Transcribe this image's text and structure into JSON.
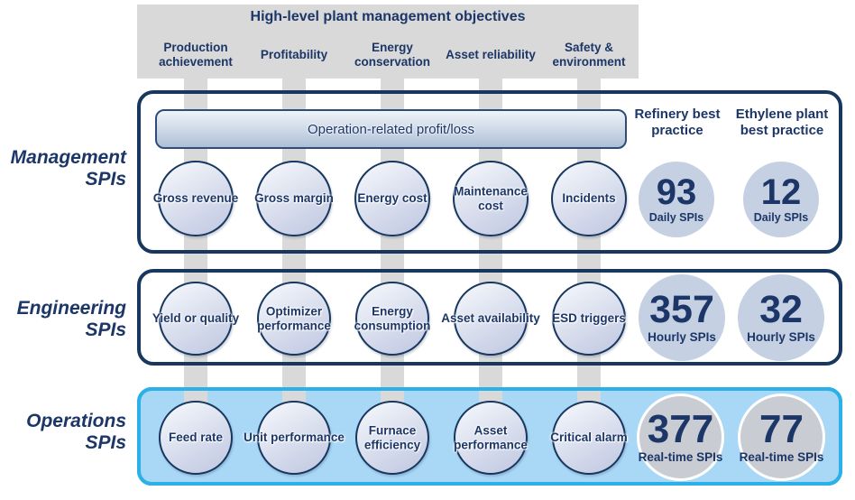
{
  "banner": {
    "title": "High-level plant management objectives",
    "objectives": [
      "Production achievement",
      "Profitability",
      "Energy conservation",
      "Asset reliability",
      "Safety & environment"
    ]
  },
  "best_practice_columns": [
    {
      "label": "Refinery best practice"
    },
    {
      "label": "Ethylene plant best practice"
    }
  ],
  "rows": [
    {
      "label": "Management SPIs",
      "pill": "Operation-related profit/loss",
      "circles": [
        "Gross revenue",
        "Gross margin",
        "Energy cost",
        "Maintenance cost",
        "Incidents"
      ],
      "refinery": {
        "value": "93",
        "unit": "Daily SPIs"
      },
      "ethylene": {
        "value": "12",
        "unit": "Daily SPIs"
      }
    },
    {
      "label": "Engineering SPIs",
      "circles": [
        "Yield or quality",
        "Optimizer performance",
        "Energy consumption",
        "Asset availability",
        "ESD triggers"
      ],
      "refinery": {
        "value": "357",
        "unit": "Hourly SPIs"
      },
      "ethylene": {
        "value": "32",
        "unit": "Hourly SPIs"
      }
    },
    {
      "label": "Operations SPIs",
      "circles": [
        "Feed rate",
        "Unit performance",
        "Furnace efficiency",
        "Asset performance",
        "Critical alarm"
      ],
      "refinery": {
        "value": "377",
        "unit": "Real-time SPIs"
      },
      "ethylene": {
        "value": "77",
        "unit": "Real-time SPIs"
      }
    }
  ],
  "colors": {
    "navy_text": "#1c3667",
    "box_border": "#17375e",
    "banner_gray": "#d9d9d9",
    "operations_fill": "#a9d8f6",
    "operations_border": "#2bb0e8",
    "count_circle_blue": "#c5d1e3",
    "count_circle_gray": "#c9cdd3"
  }
}
